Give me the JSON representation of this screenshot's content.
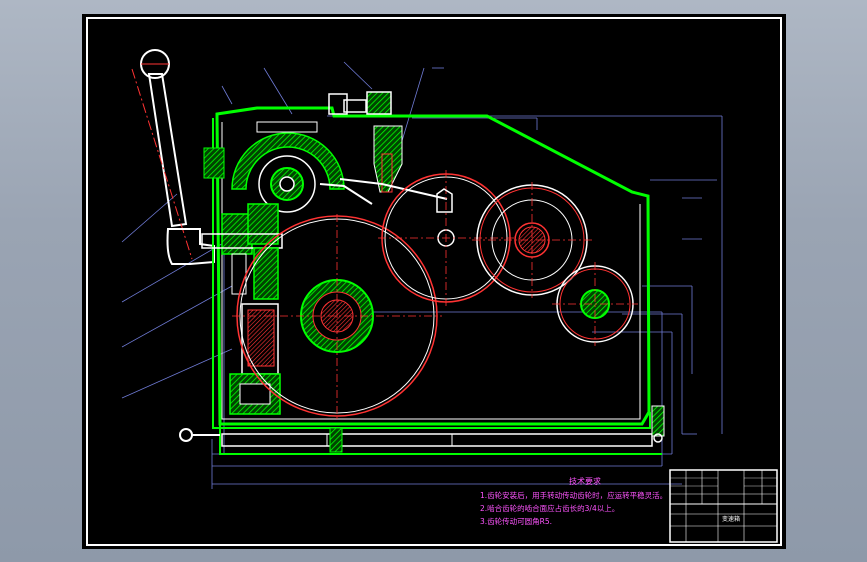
{
  "drawing": {
    "tech_requirements_title": "技术要求",
    "tech_requirements": [
      "1.齿轮安装后，用手转动传动齿轮时，应运转平稳灵活。",
      "2.啮合齿轮的啮合面应占齿长的3/4以上。",
      "3.齿轮传动可圆角R5."
    ],
    "title_block_name": "变速箱"
  },
  "colors": {
    "background": "#000000",
    "frame": "#ffffff",
    "section_fill": "#00e000",
    "gear_outline": "#ff3333",
    "dimension_line": "#6f7bd6",
    "text": "#ff55ff"
  }
}
